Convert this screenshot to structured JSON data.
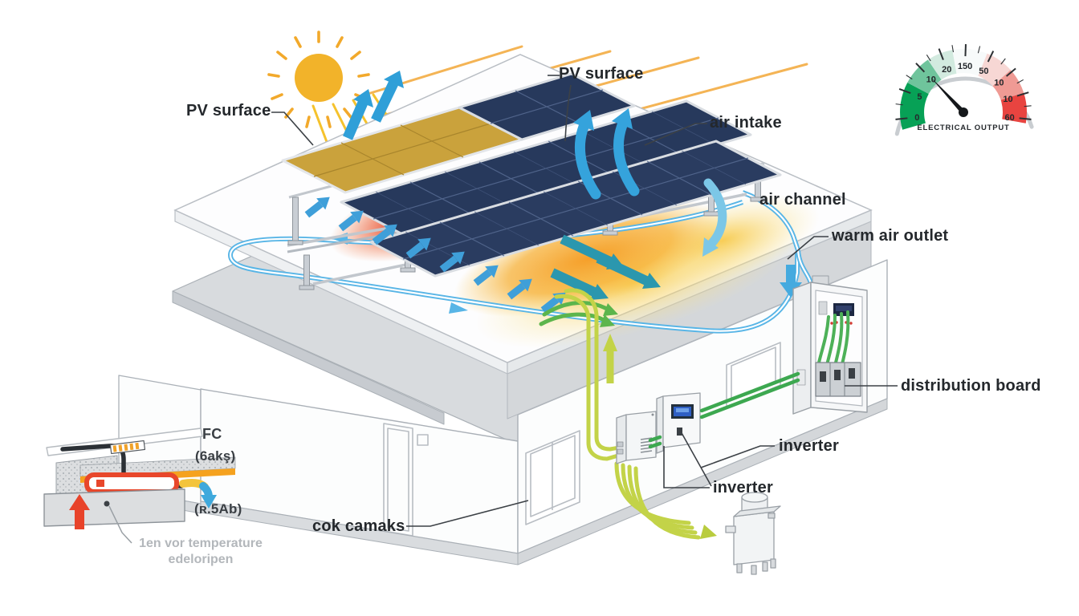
{
  "labels": {
    "pv_surface_left": "PV surface",
    "pv_surface_top": "PV surface",
    "air_intake": "air intake",
    "air_channel": "air channel",
    "warm_air_outlet": "warm air outlet",
    "distribution_board": "distribution board",
    "inverter_upper": "inverter",
    "inverter_lower": "inverter",
    "cok_camaks": "cok camaks"
  },
  "inset": {
    "fc": "FC",
    "layer": "(6akş)",
    "outlet": "(ʀ.5Ab)",
    "caption_line1": "1en vor temperature",
    "caption_line2": "edeloripen"
  },
  "gauge": {
    "title": "ELECTRICAL OUTPUT",
    "needle_angle": 133,
    "ticks": [
      {
        "label": "0",
        "angle": 186
      },
      {
        "label": "5",
        "angle": 160
      },
      {
        "label": "10",
        "angle": 134
      },
      {
        "label": "20",
        "angle": 111
      },
      {
        "label": "150",
        "angle": 88
      },
      {
        "label": "50",
        "angle": 64
      },
      {
        "label": "10",
        "angle": 40
      },
      {
        "label": "10",
        "angle": 17
      },
      {
        "label": "60",
        "angle": -6
      }
    ],
    "segments": [
      {
        "from": 196,
        "to": 152,
        "color": "#07a156"
      },
      {
        "from": 152,
        "to": 124,
        "color": "#6fc49c"
      },
      {
        "from": 124,
        "to": 100,
        "color": "#d2eadf"
      },
      {
        "from": 100,
        "to": 68,
        "color": "#f7fafa"
      },
      {
        "from": 68,
        "to": 42,
        "color": "#f7d7d4"
      },
      {
        "from": 42,
        "to": 18,
        "color": "#ef9a94"
      },
      {
        "from": 18,
        "to": -10,
        "color": "#e84440"
      }
    ],
    "colors": {
      "ring": "#c9cdd1",
      "needle": "#15181b",
      "tick": "#2c3033"
    }
  },
  "colors": {
    "air_blue": "#58b5e6",
    "arrow_blue": "#3f9fd9",
    "teal": "#2b97ae",
    "heat_red": "#e53222",
    "heat_orange": "#f59a1f",
    "heat_yellow": "#f7c948",
    "sun": "#f2b32a",
    "pv_dark": "#27395c",
    "pv_gold": "#caa23c",
    "cable_green": "#3da850",
    "cable_yellowgreen": "#c3d348",
    "structure_gray": "#c9ced4"
  },
  "icons": [
    "sun-icon",
    "up-arrow-icon",
    "air-intake-arrow-icon",
    "air-loop-pipe-icon",
    "warm-air-down-arrow-icon",
    "green-flow-arrow-icon",
    "gauge-icon",
    "needle-icon",
    "heat-glow-icon",
    "red-up-arrow-icon",
    "yellow-blue-arrow-icon"
  ]
}
